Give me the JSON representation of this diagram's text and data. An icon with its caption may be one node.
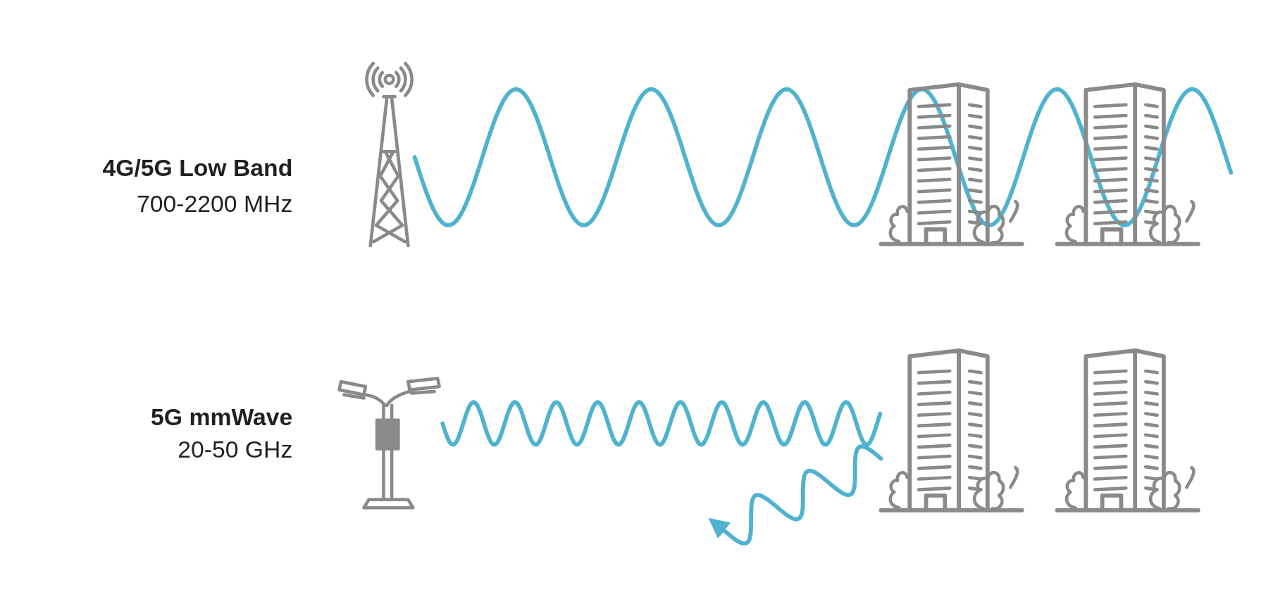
{
  "diagram": {
    "nodes": [
      {
        "text": [],
        "shape": "picture"
      },
      {
        "text": [],
        "shape": "picture"
      },
      {
        "text": [],
        "shape": "picture"
      },
      {
        "text": [],
        "shape": "picture"
      },
      {
        "text": [],
        "shape": "picture"
      },
      {
        "text": [],
        "shape": "picture"
      }
    ],
    "edges": [
      {
        "from": 0,
        "to": null,
        "arrow": "none"
      },
      {
        "from": 3,
        "to": 4,
        "arrow": "none"
      },
      {
        "from": 4,
        "to": null,
        "arrow": "to"
      }
    ],
    "labels": [
      "4G/5G Low Band",
      "700-2200 MHz",
      "5G mmWave",
      "20-50 GHz"
    ]
  }
}
